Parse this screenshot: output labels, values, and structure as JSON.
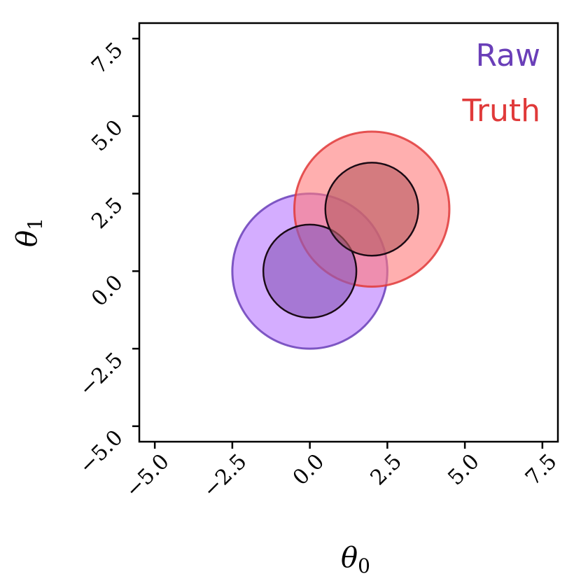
{
  "chart_data": {
    "type": "contour",
    "xlabel": "θ0",
    "ylabel": "θ1",
    "xlim": [
      -5.5,
      8.0
    ],
    "ylim": [
      -5.5,
      8.0
    ],
    "xticks": [
      -5.0,
      -2.5,
      0.0,
      2.5,
      5.0,
      7.5
    ],
    "yticks": [
      -5.0,
      -2.5,
      0.0,
      2.5,
      5.0,
      7.5
    ],
    "xtick_labels": [
      "−5.0",
      "−2.5",
      "0.0",
      "2.5",
      "5.0",
      "7.5"
    ],
    "ytick_labels": [
      "−5.0",
      "−2.5",
      "0.0",
      "2.5",
      "5.0",
      "7.5"
    ],
    "grid": false,
    "legend_placement": "top-right",
    "series": [
      {
        "name": "Raw",
        "color": "#6a3fb8",
        "fill_outer": "#b877ff",
        "center": [
          0.0,
          0.0
        ],
        "radii": [
          1.5,
          2.5
        ]
      },
      {
        "name": "Truth",
        "color": "#e03a3a",
        "fill_outer": "#ff7a7a",
        "center": [
          2.0,
          2.0
        ],
        "radii": [
          1.5,
          2.5
        ]
      }
    ]
  }
}
